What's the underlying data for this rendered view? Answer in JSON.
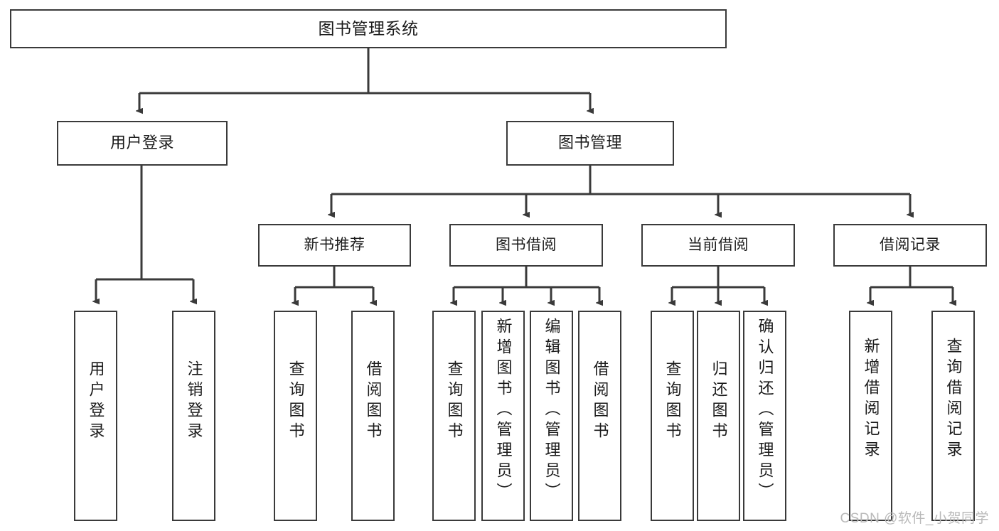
{
  "diagram": {
    "title": "图书管理系统",
    "type": "hierarchy-tree",
    "watermark": "CSDN @软件_小贺同学",
    "colors": {
      "box_border": "#3a3a3a",
      "box_fill": "#ffffff",
      "connector": "#3a3a3a",
      "text": "#1b1b1b",
      "watermark": "#b9b9b9"
    },
    "root": {
      "label": "图书管理系统"
    },
    "level2": [
      {
        "label": "用户登录"
      },
      {
        "label": "图书管理"
      }
    ],
    "level3": [
      {
        "label": "新书推荐"
      },
      {
        "label": "图书借阅"
      },
      {
        "label": "当前借阅"
      },
      {
        "label": "借阅记录"
      }
    ],
    "leaves": {
      "user_login": [
        {
          "label": "用户登录"
        },
        {
          "label": "注销登录"
        }
      ],
      "new_book_recommend": [
        {
          "label": "查询图书"
        },
        {
          "label": "借阅图书"
        }
      ],
      "book_borrow": [
        {
          "label": "查询图书"
        },
        {
          "label": "新增图书（管理员）"
        },
        {
          "label": "编辑图书（管理员）"
        },
        {
          "label": "借阅图书"
        }
      ],
      "current_borrow": [
        {
          "label": "查询图书"
        },
        {
          "label": "归还图书"
        },
        {
          "label": "确认归还（管理员）"
        }
      ],
      "borrow_record": [
        {
          "label": "新增借阅记录"
        },
        {
          "label": "查询借阅记录"
        }
      ]
    }
  }
}
